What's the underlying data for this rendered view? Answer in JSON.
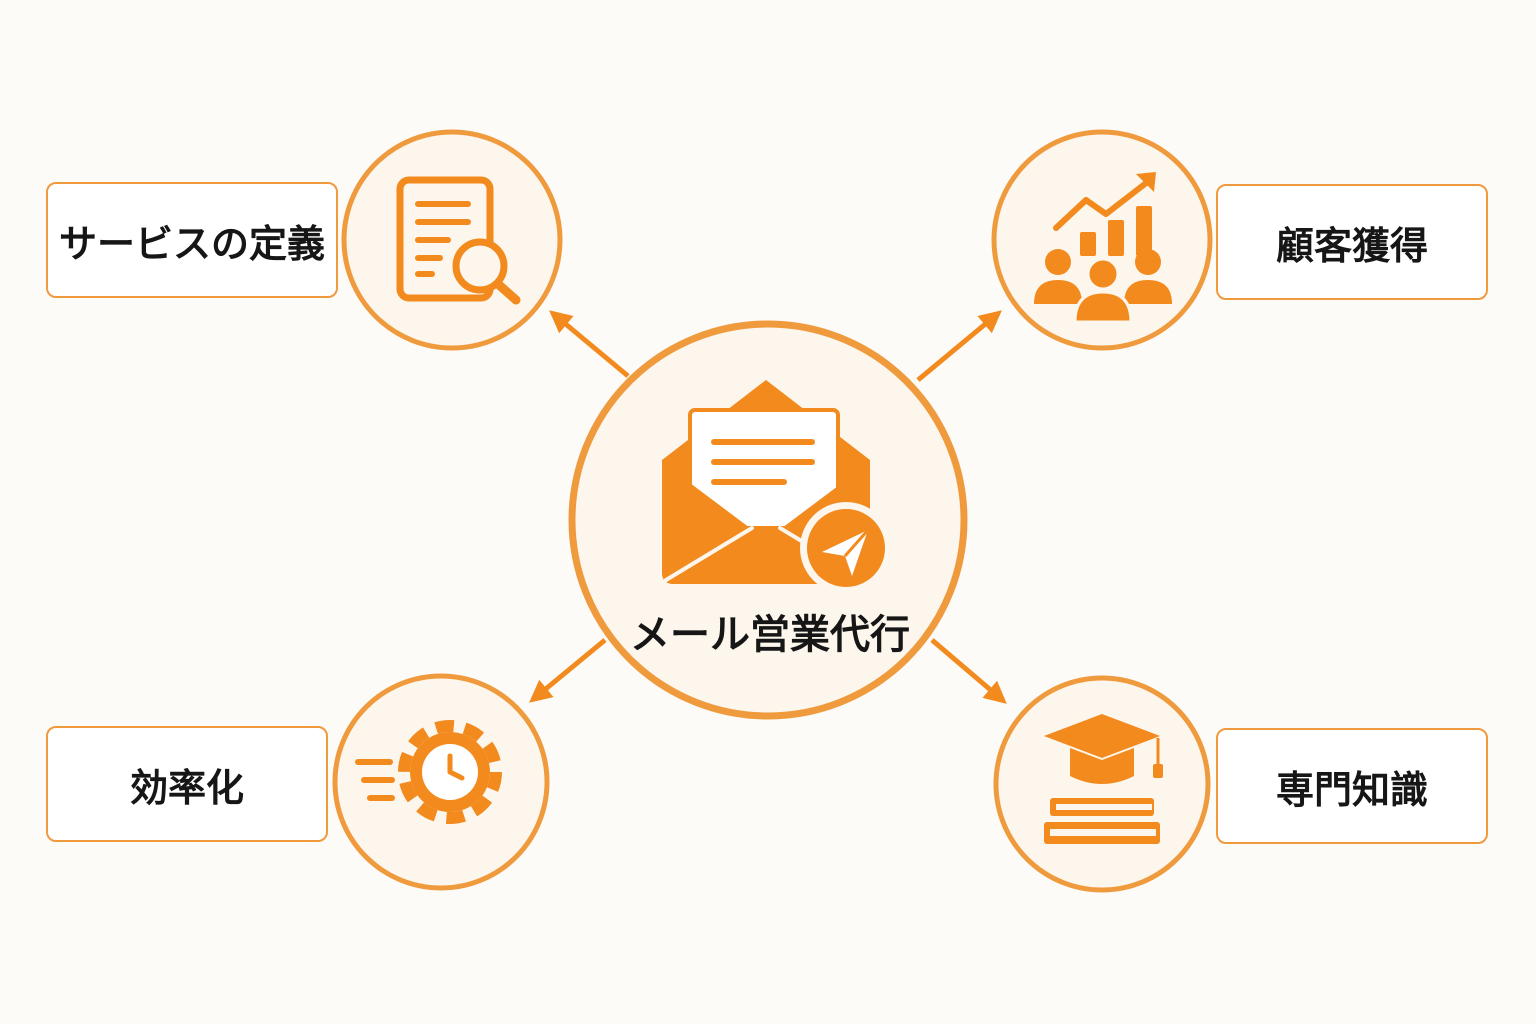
{
  "diagram": {
    "center": {
      "label": "メール営業代行",
      "icon": "envelope-send-icon"
    },
    "nodes": [
      {
        "id": "service-definition",
        "label": "サービスの定義",
        "icon": "document-search-icon"
      },
      {
        "id": "customer-acquisition",
        "label": "顧客獲得",
        "icon": "growth-people-icon"
      },
      {
        "id": "efficiency",
        "label": "効率化",
        "icon": "gear-clock-icon"
      },
      {
        "id": "expertise",
        "label": "専門知識",
        "icon": "graduation-books-icon"
      }
    ]
  },
  "colors": {
    "accent": "#f28a1e",
    "stroke": "#f09a3e",
    "circle_fill": "#fdf6ec",
    "background": "#fdfbf8",
    "text": "#161616"
  }
}
